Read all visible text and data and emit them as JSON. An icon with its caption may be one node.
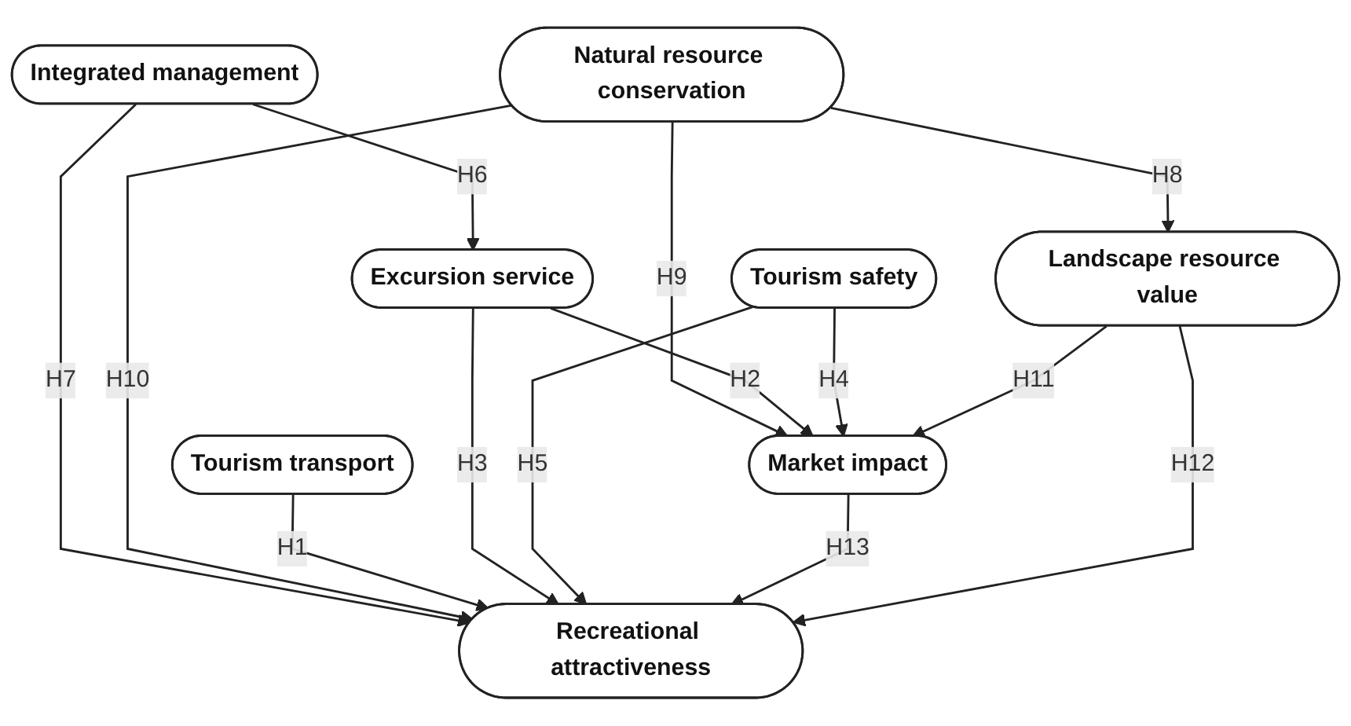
{
  "diagram": {
    "nodes": [
      {
        "text": [
          "Integrated management"
        ]
      },
      {
        "text": [
          "Natural resource conservation"
        ]
      },
      {
        "text": [
          "Tourism transport"
        ]
      },
      {
        "text": [
          "Excursion service"
        ]
      },
      {
        "text": [
          "Recreational attractiveness"
        ]
      },
      {
        "text": [
          "Tourism safety"
        ]
      },
      {
        "text": [
          "Market impact"
        ]
      },
      {
        "text": [
          "Landscape resource value"
        ]
      }
    ],
    "edges": [
      {
        "from": 0,
        "to": 3,
        "arrow": "to",
        "label": "H6"
      },
      {
        "from": 0,
        "to": 4,
        "arrow": "to",
        "label": "H7"
      },
      {
        "from": 1,
        "to": 4,
        "arrow": "to",
        "label": "H10"
      },
      {
        "from": 1,
        "to": 7,
        "arrow": "to",
        "label": "H8"
      },
      {
        "from": 2,
        "to": 4,
        "arrow": "to",
        "label": "H1"
      },
      {
        "from": 3,
        "to": 4,
        "arrow": "to",
        "label": "H3"
      },
      {
        "from": 5,
        "to": 4,
        "arrow": "to",
        "label": "H5"
      },
      {
        "from": 1,
        "to": 6,
        "arrow": "to",
        "label": "H9"
      },
      {
        "from": 3,
        "to": 6,
        "arrow": "to",
        "label": "H2"
      },
      {
        "from": 6,
        "to": 4,
        "arrow": "to",
        "label": "H13"
      },
      {
        "from": 5,
        "to": 6,
        "arrow": "to",
        "label": "H4"
      },
      {
        "from": 7,
        "to": 4,
        "arrow": "to",
        "label": "H12"
      },
      {
        "from": 7,
        "to": 6,
        "arrow": "to",
        "label": "H11"
      }
    ]
  }
}
